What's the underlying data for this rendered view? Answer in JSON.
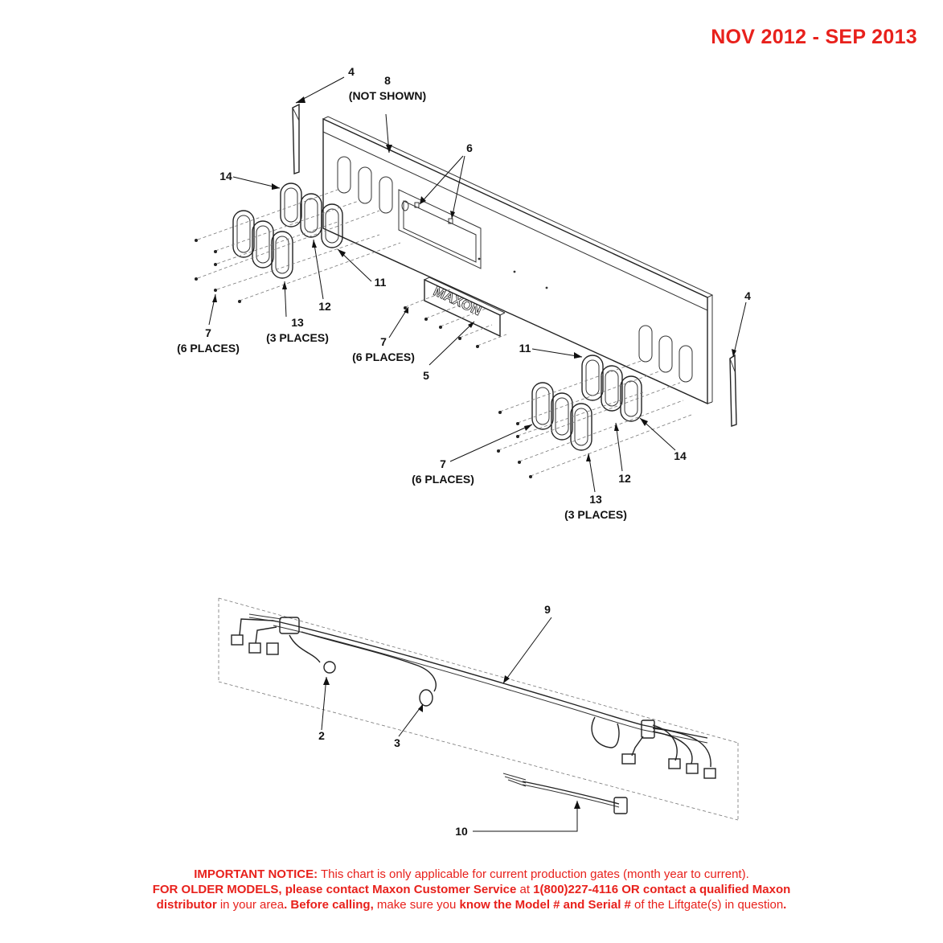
{
  "header": {
    "date_range": "NOV 2012 - SEP 2013"
  },
  "callouts": {
    "c4_top": "4",
    "c8": "8",
    "c8_note": "(NOT SHOWN)",
    "c6": "6",
    "c14_left": "14",
    "c11_left": "11",
    "c12_left": "12",
    "c13_left": "13",
    "c13_left_note": "(3 PLACES)",
    "c7_left": "7",
    "c7_left_note": "(6 PLACES)",
    "c7_mid": "7",
    "c7_mid_note": "(6 PLACES)",
    "c5": "5",
    "c4_right": "4",
    "c11_right": "11",
    "c14_right": "14",
    "c12_right": "12",
    "c7_right": "7",
    "c7_right_note": "(6 PLACES)",
    "c13_right": "13",
    "c13_right_note": "(3 PLACES)",
    "c9": "9",
    "c2": "2",
    "c3": "3",
    "c10": "10"
  },
  "plate_text": "MAXON",
  "notice": {
    "l1_bold": "IMPORTANT NOTICE:",
    "l1_text": " This chart is only applicable for current production gates (month year to current).",
    "l2_bold": "FOR OLDER MODELS, please contact Maxon Customer Service",
    "l2_text": " at ",
    "l2_bold2": "1(800)227-4116 OR contact a qualified Maxon",
    "l3_bold": "distributor",
    "l3_text": " in your area",
    "l3_bold2": ". Before calling,",
    "l3_text2": " make sure you ",
    "l3_bold3": "know the Model # and Serial #",
    "l3_text3": " of the Liftgate(s) in question",
    "l3_bold4": "."
  },
  "colors": {
    "notice_red": "#e8211c",
    "line": "#222222"
  }
}
